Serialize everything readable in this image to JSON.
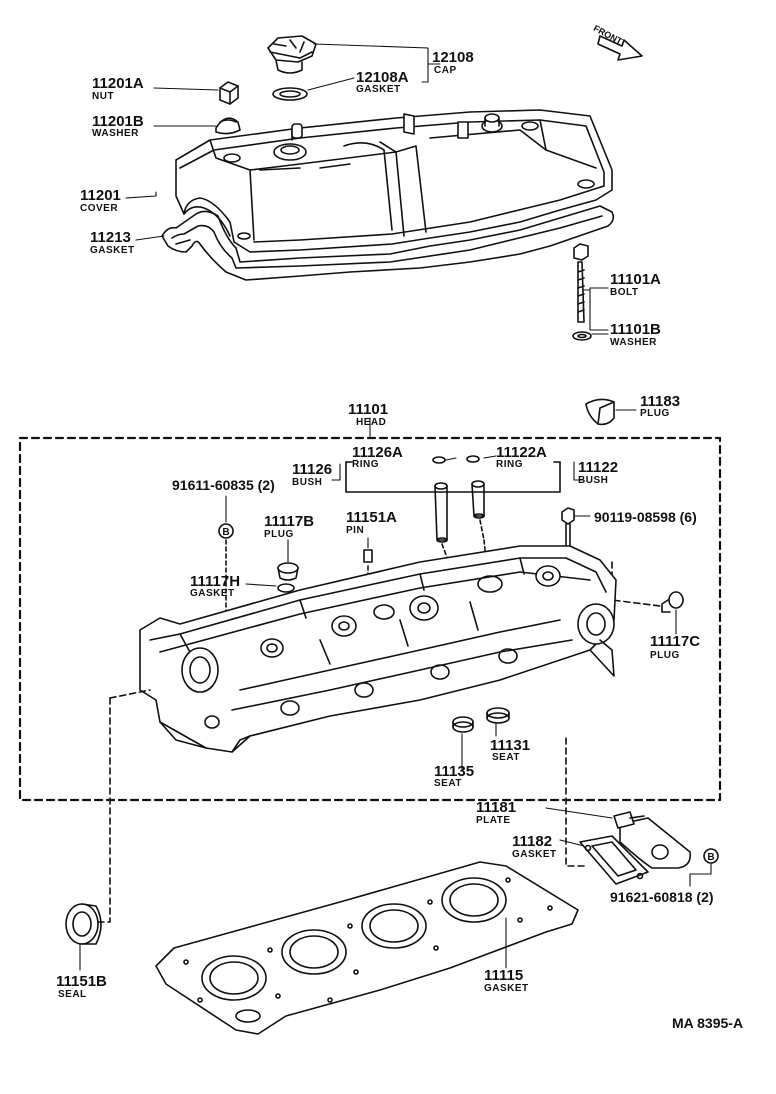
{
  "diagram_code": "MA 8395-A",
  "front_mark": "FRONT",
  "circle_mark": "B",
  "parts": {
    "cap": {
      "number": "12108",
      "name": "CAP"
    },
    "cap_gasket": {
      "number": "12108A",
      "name": "GASKET"
    },
    "nut": {
      "number": "11201A",
      "name": "NUT"
    },
    "washer_cover": {
      "number": "11201B",
      "name": "WASHER"
    },
    "cover": {
      "number": "11201",
      "name": "COVER"
    },
    "cover_gasket": {
      "number": "11213",
      "name": "GASKET"
    },
    "bolt": {
      "number": "11101A",
      "name": "BOLT"
    },
    "bolt_washer": {
      "number": "11101B",
      "name": "WASHER"
    },
    "plug_11183": {
      "number": "11183",
      "name": "PLUG"
    },
    "head": {
      "number": "11101",
      "name": "HEAD"
    },
    "ring_a": {
      "number": "11126A",
      "name": "RING"
    },
    "ring_b": {
      "number": "11122A",
      "name": "RING"
    },
    "bush_a": {
      "number": "11126",
      "name": "BUSH"
    },
    "bush_b": {
      "number": "11122",
      "name": "BUSH"
    },
    "stud_91611": {
      "number": "91611-60835 (2)"
    },
    "plug_11117b": {
      "number": "11117B",
      "name": "PLUG"
    },
    "pin": {
      "number": "11151A",
      "name": "PIN"
    },
    "bolt_90119": {
      "number": "90119-08598 (6)"
    },
    "gasket_11117h": {
      "number": "11117H",
      "name": "GASKET"
    },
    "plug_11117c": {
      "number": "11117C",
      "name": "PLUG"
    },
    "seat_11131": {
      "number": "11131",
      "name": "SEAT"
    },
    "seat_11135": {
      "number": "11135",
      "name": "SEAT"
    },
    "plate": {
      "number": "11181",
      "name": "PLATE"
    },
    "plate_gasket": {
      "number": "11182",
      "name": "GASKET"
    },
    "stud_91621": {
      "number": "91621-60818 (2)"
    },
    "seal": {
      "number": "11151B",
      "name": "SEAL"
    },
    "head_gasket": {
      "number": "11115",
      "name": "GASKET"
    }
  }
}
